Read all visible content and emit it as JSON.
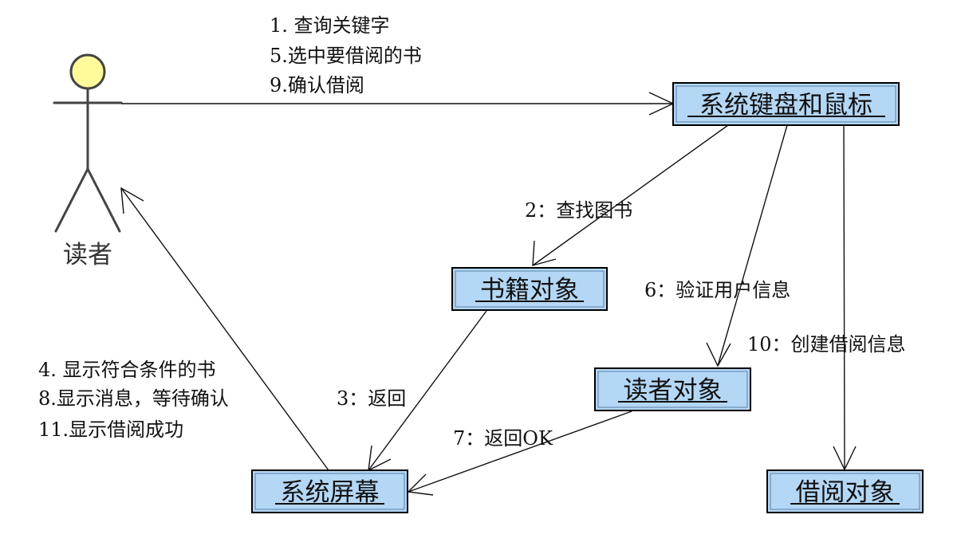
{
  "actor": {
    "name": "读者"
  },
  "objects": {
    "keyboard_mouse": "系统键盘和鼠标",
    "book_object": "书籍对象",
    "reader_object": "读者对象",
    "system_screen": "系统屏幕",
    "borrow_object": "借阅对象"
  },
  "messages": {
    "m1": "1. 查询关键字",
    "m5": "5.选中要借阅的书",
    "m9": "9.确认借阅",
    "m2": "2：查找图书",
    "m6": "6：验证用户信息",
    "m10": "10：创建借阅信息",
    "m3": "3：返回",
    "m7": "7：返回OK",
    "m4": "4. 显示符合条件的书",
    "m8": "8.显示消息，等待确认",
    "m11": "11.显示借阅成功"
  },
  "colors": {
    "object_fill": "#b4d7f5",
    "actor_head": "#fffb9a"
  }
}
